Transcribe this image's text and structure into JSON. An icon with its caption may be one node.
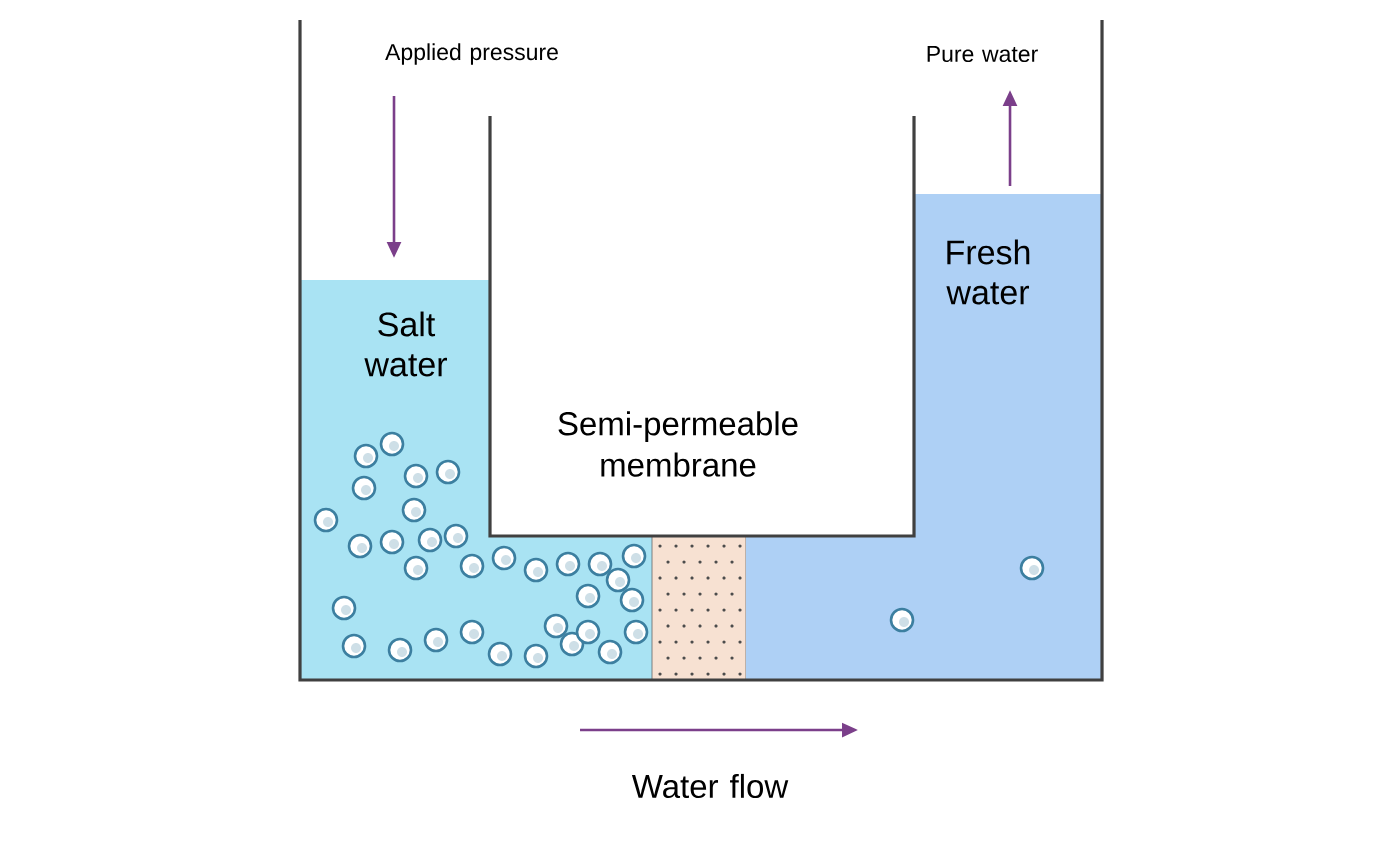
{
  "diagram": {
    "nodes": [
      {
        "text": [
          "Salt water"
        ]
      },
      {
        "text": [],
        "shape": "box"
      },
      {
        "text": [
          "Fresh water"
        ]
      }
    ],
    "labels": [
      "Applied pressure",
      "Pure water",
      "Semi-permeable membrane",
      "Water flow"
    ]
  }
}
